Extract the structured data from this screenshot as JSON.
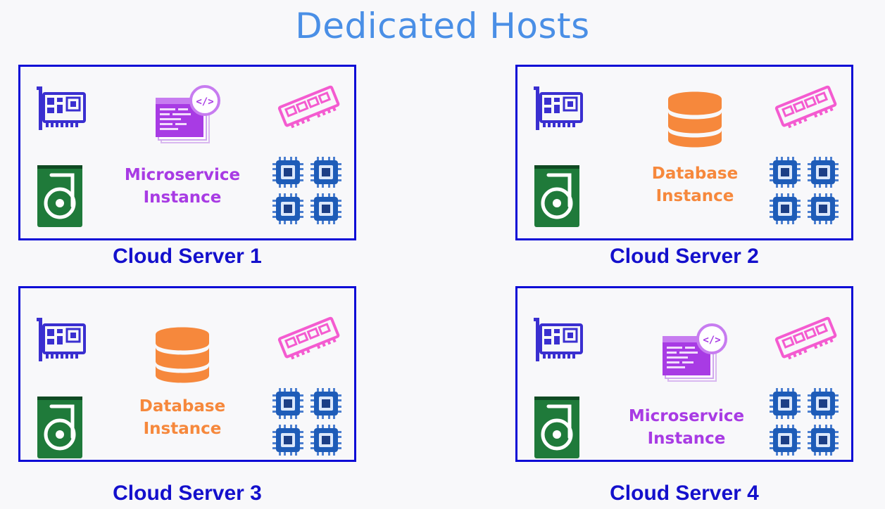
{
  "title": "Dedicated Hosts",
  "colors": {
    "title": "#4a8fe6",
    "border": "#0d0bd6",
    "caption": "#1410cc",
    "microservice": "#a83be4",
    "database": "#f6883c",
    "disk": "#1f7a3a",
    "nic": "#3a2fd0",
    "ram": "#f45bd0",
    "cpu": "#1e5cb8"
  },
  "servers": [
    {
      "caption": "Cloud Server 1",
      "instance": {
        "kind": "microservice",
        "line1": "Microservice",
        "line2": "Instance"
      }
    },
    {
      "caption": "Cloud Server 2",
      "instance": {
        "kind": "database",
        "line1": "Database",
        "line2": "Instance"
      }
    },
    {
      "caption": "Cloud Server 3",
      "instance": {
        "kind": "database",
        "line1": "Database",
        "line2": "Instance"
      }
    },
    {
      "caption": "Cloud Server 4",
      "instance": {
        "kind": "microservice",
        "line1": "Microservice",
        "line2": "Instance"
      }
    }
  ],
  "icons": {
    "network_card": "network-card-icon",
    "hard_disk": "hard-disk-icon",
    "ram": "ram-module-icon",
    "cpu": "cpu-chip-icon",
    "microservice": "code-window-icon",
    "database": "database-icon"
  }
}
